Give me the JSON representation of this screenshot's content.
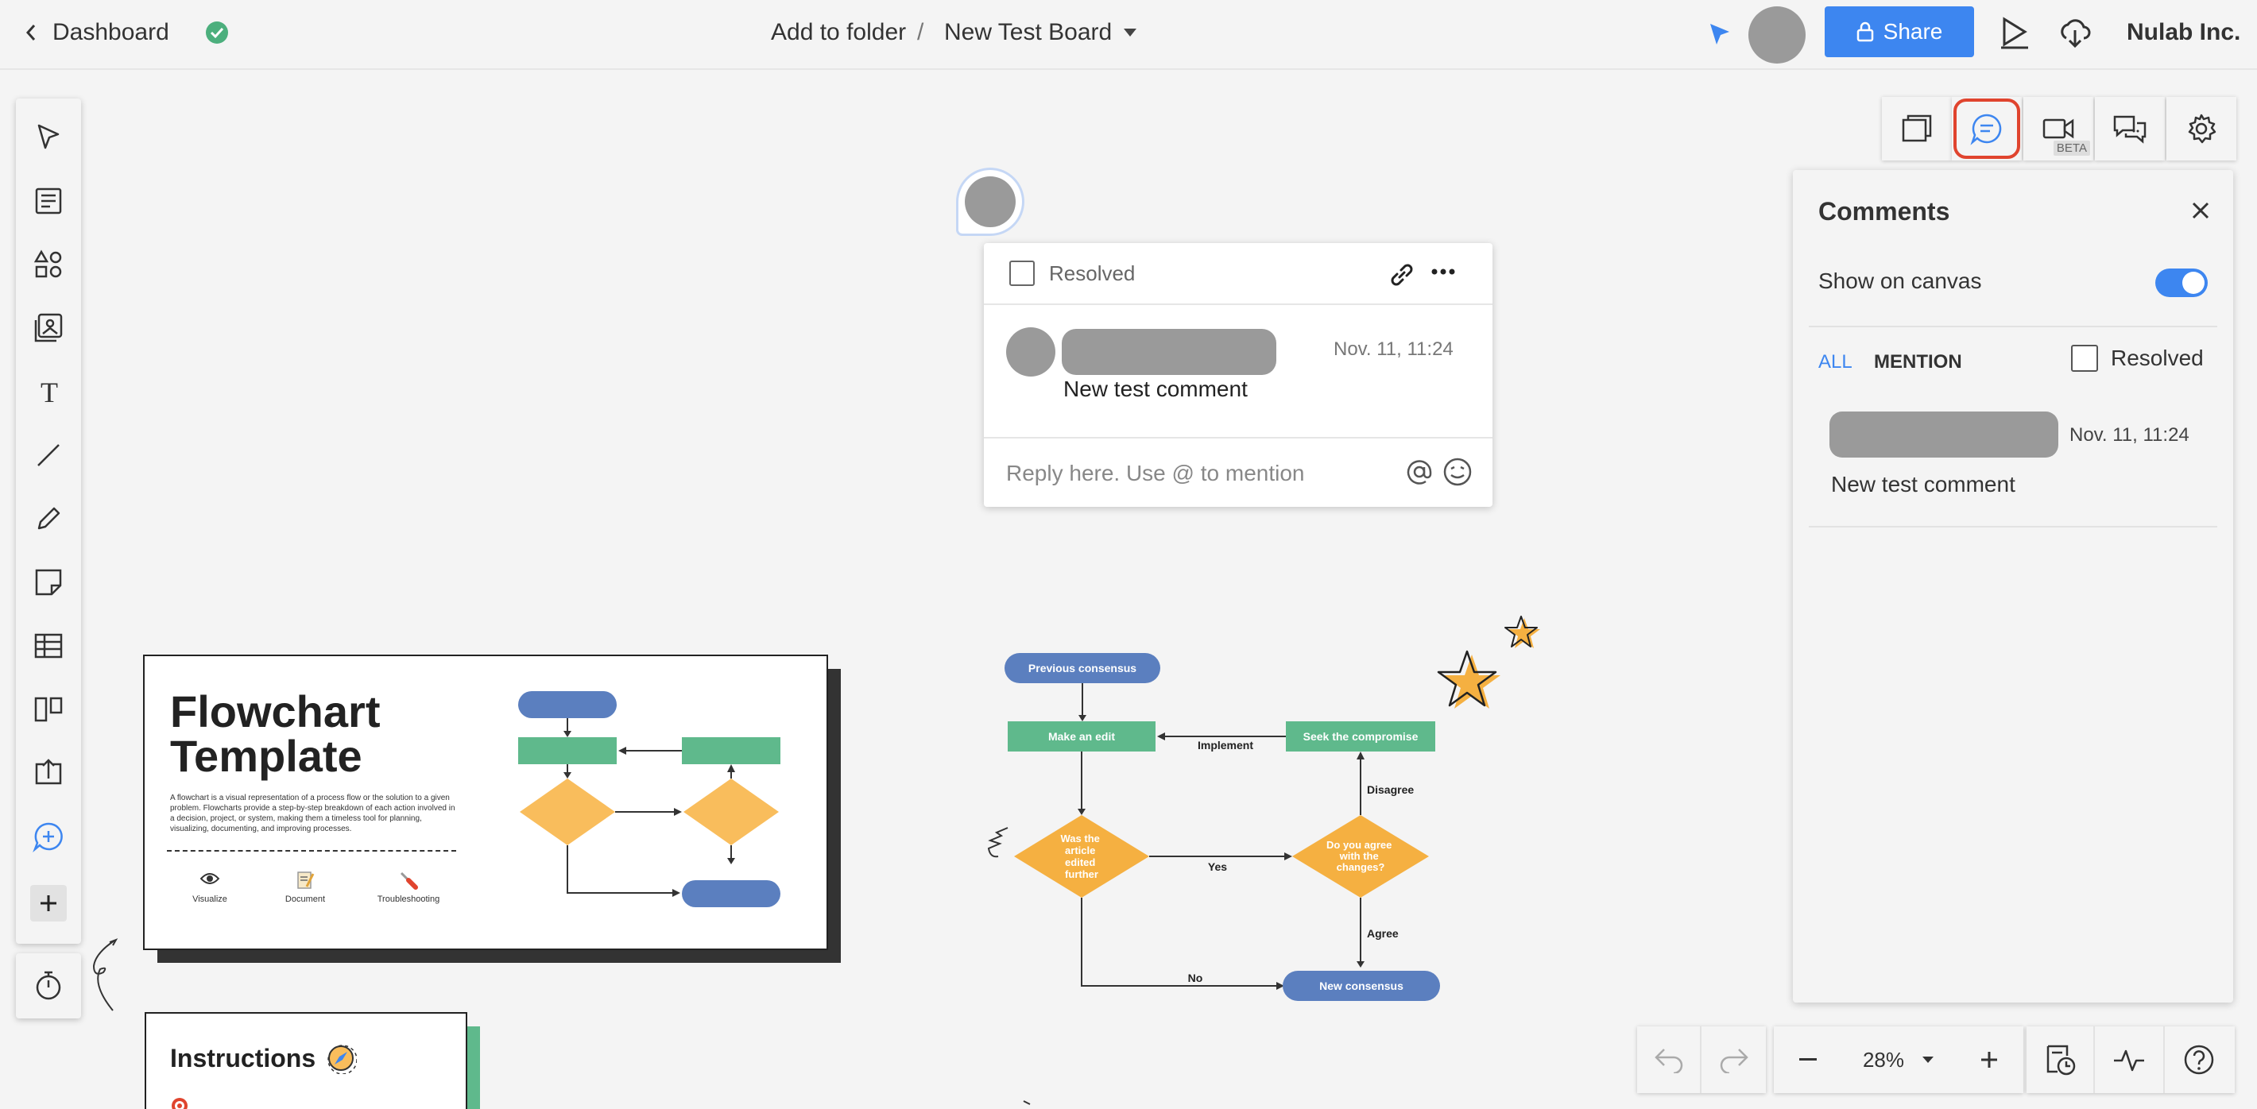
{
  "topbar": {
    "back_label": "Dashboard",
    "folder_label": "Add to folder",
    "separator": "/",
    "board_title": "New Test Board",
    "share_label": "Share",
    "org_name": "Nulab Inc."
  },
  "right_toolbar": {
    "video_badge": "BETA"
  },
  "comment_card": {
    "resolved_label": "Resolved",
    "timestamp": "Nov. 11, 11:24",
    "comment_text": "New test comment",
    "reply_placeholder": "Reply here. Use @ to mention"
  },
  "comments_panel": {
    "title": "Comments",
    "show_on_canvas_label": "Show on canvas",
    "show_on_canvas": true,
    "tab_all": "ALL",
    "tab_mention": "MENTION",
    "resolved_label": "Resolved",
    "entry_timestamp": "Nov. 11, 11:24",
    "entry_text": "New test comment"
  },
  "template_card": {
    "title_line1": "Flowchart",
    "title_line2": "Template",
    "description": "A flowchart is a visual representation of a process flow or the solution to a given problem. Flowcharts provide a step-by-step breakdown of each action involved in a decision, project, or system, making them a timeless tool for planning, visualizing, documenting, and improving processes.",
    "icon_labels": [
      "Visualize",
      "Document",
      "Troubleshooting"
    ]
  },
  "instructions_card": {
    "title": "Instructions"
  },
  "flowchart": {
    "nodes": {
      "previous": "Previous consensus",
      "make_edit": "Make an edit",
      "seek": "Seek the compromise",
      "was_edited": [
        "Was the",
        "article",
        "edited",
        "further"
      ],
      "agree_q": [
        "Do you agree",
        "with the",
        "changes?"
      ],
      "new_consensus": "New consensus"
    },
    "edge_labels": {
      "implement": "Implement",
      "disagree": "Disagree",
      "yes": "Yes",
      "agree": "Agree",
      "no": "No"
    }
  },
  "bottombar": {
    "zoom": "28%"
  },
  "colors": {
    "accent_blue": "#3d86f0",
    "flow_blue": "#5b7fbf",
    "flow_green": "#5fb98c",
    "flow_orange": "#f5b041",
    "highlight_red": "#e0442e"
  }
}
